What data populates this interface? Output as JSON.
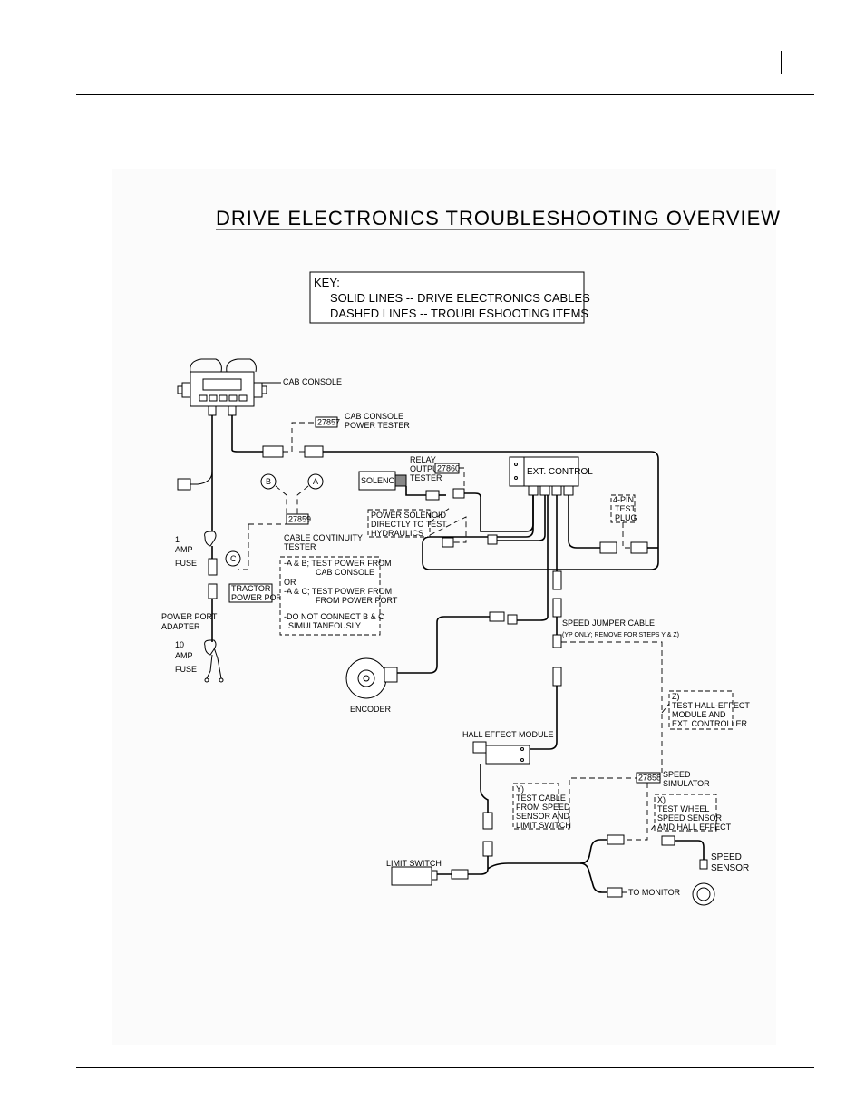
{
  "header": {
    "page_number": ""
  },
  "diagram": {
    "title": "DRIVE ELECTRONICS TROUBLESHOOTING OVERVIEW",
    "key": {
      "heading": "KEY:",
      "line1": "SOLID LINES -- DRIVE ELECTRONICS CABLES",
      "line2": "DASHED LINES -- TROUBLESHOOTING ITEMS"
    },
    "labels": {
      "cab_console": "CAB CONSOLE",
      "cab_tester_part": "27857",
      "cab_tester_1": "CAB CONSOLE",
      "cab_tester_2": "POWER TESTER",
      "relay_1": "RELAY",
      "relay_2": "OUTPUT",
      "relay_3": "TESTER",
      "relay_part": "27860",
      "ext_control": "EXT. CONTROL",
      "solenoid": "SOLENOID",
      "power_sol_1": "POWER SOLENOID",
      "power_sol_2": "DIRECTLY TO TEST",
      "power_sol_3": "HYDRAULICS",
      "test_plug_1": "4-PIN",
      "test_plug_2": "TEST",
      "test_plug_3": "PLUG",
      "point_a": "A",
      "point_b": "B",
      "point_c": "C",
      "continuity_part": "27859",
      "continuity_1": "CABLE CONTINUITY",
      "continuity_2": "TESTER",
      "fuse1_1": "1",
      "fuse1_2": "AMP",
      "fuse1_3": "FUSE",
      "tractor_1": "TRACTOR",
      "tractor_2": "POWER PORT",
      "note_1": "-A & B; TEST POWER FROM",
      "note_2": "CAB CONSOLE",
      "note_3": "OR",
      "note_4": "-A & C; TEST POWER FROM",
      "note_5": "FROM POWER PORT",
      "note_6": "-DO NOT CONNECT B & C",
      "note_7": "SIMULTANEOUSLY",
      "ppa_1": "POWER PORT",
      "ppa_2": "ADAPTER",
      "fuse10_1": "10",
      "fuse10_2": "AMP",
      "fuse10_3": "FUSE",
      "speed_jumper": "SPEED JUMPER CABLE",
      "speed_jumper_note": "(YP ONLY; REMOVE FOR STEPS Y & Z)",
      "encoder": "ENCODER",
      "z_1": "Z)",
      "z_2": "TEST HALL-EFFECT",
      "z_3": "MODULE AND",
      "z_4": "EXT. CONTROLLER",
      "hall_module": "HALL EFFECT MODULE",
      "sim_part": "27858",
      "sim_1": "SPEED",
      "sim_2": "SIMULATOR",
      "y_1": "Y)",
      "y_2": "TEST CABLE",
      "y_3": "FROM SPEED",
      "y_4": "SENSOR AND",
      "y_5": "LIMIT SWITCH",
      "x_1": "X)",
      "x_2": "TEST WHEEL",
      "x_3": "SPEED SENSOR",
      "x_4": "AND HALL EFFECT",
      "speed_sensor_1": "SPEED",
      "speed_sensor_2": "SENSOR",
      "limit_switch": "LIMIT SWITCH",
      "to_monitor": "TO MONITOR"
    }
  }
}
